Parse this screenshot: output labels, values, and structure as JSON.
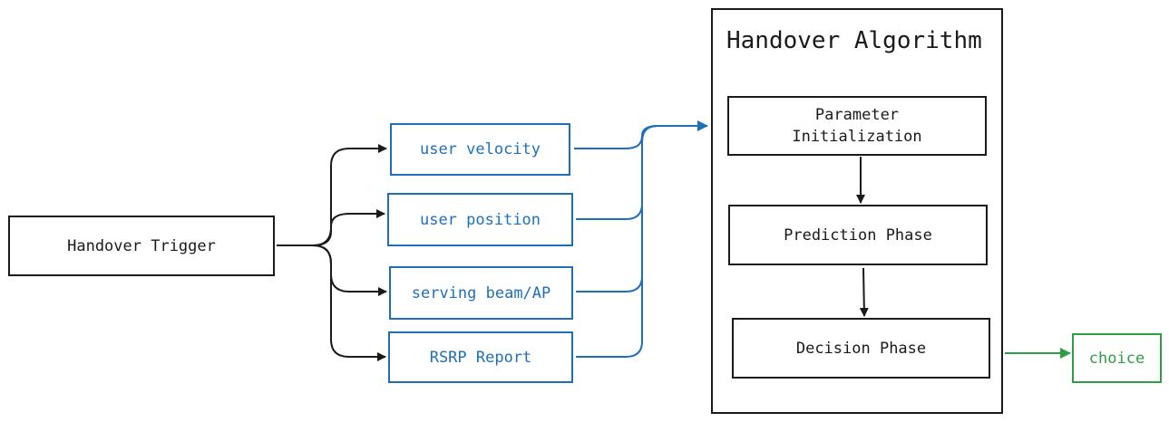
{
  "trigger": {
    "label": "Handover Trigger"
  },
  "inputs": [
    {
      "label": "user velocity"
    },
    {
      "label": "user position"
    },
    {
      "label": "serving beam/AP"
    },
    {
      "label": "RSRP Report"
    }
  ],
  "algorithm": {
    "title": "Handover Algorithm",
    "steps": [
      {
        "label": "Parameter\nInitialization"
      },
      {
        "label": "Prediction Phase"
      },
      {
        "label": "Decision Phase"
      }
    ]
  },
  "output": {
    "label": "choice"
  },
  "colors": {
    "black": "#1a1a1a",
    "blue": "#1e6fba",
    "green": "#2e9e44"
  }
}
